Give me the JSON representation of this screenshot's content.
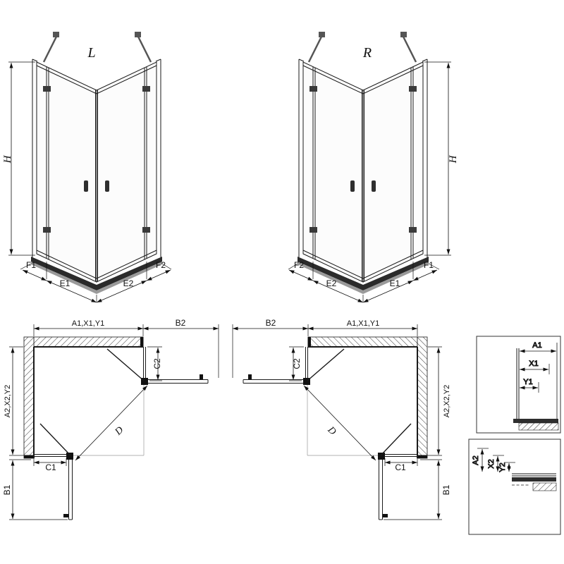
{
  "colors": {
    "line": "#1a1a1a",
    "tray_dark": "#2b2b2b",
    "tray_light": "#9a9a9a"
  },
  "elevations": {
    "left": {
      "label": "L",
      "height_dim": "H",
      "bottom_dims": [
        "F1",
        "E1",
        "E2",
        "F2"
      ]
    },
    "right": {
      "label": "R",
      "height_dim": "H",
      "bottom_dims": [
        "F2",
        "E2",
        "E1",
        "F1"
      ]
    }
  },
  "plans": {
    "left": {
      "top_span": "A1,X1,Y1",
      "top_right_span": "B2",
      "right_dim": "C2",
      "left_dim": "A2,X2,Y2",
      "diagonal_dim": "D",
      "bottom_dim": "C1",
      "left_lower_dim": "B1"
    },
    "right": {
      "top_left_span": "B2",
      "top_span": "A1,X1,Y1",
      "left_dim": "C2",
      "right_dim": "A2,X2,Y2",
      "diagonal_dim": "D",
      "bottom_dim": "C1",
      "right_lower_dim": "B1"
    }
  },
  "details": {
    "top": {
      "dims": [
        "A1",
        "X1",
        "Y1"
      ]
    },
    "bottom": {
      "dims": [
        "A2",
        "X2",
        "Y2"
      ]
    }
  }
}
